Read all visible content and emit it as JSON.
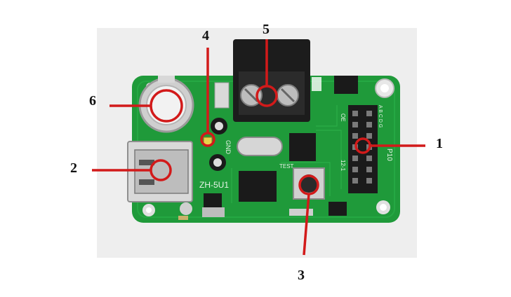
{
  "figure": {
    "colors": {
      "board": "#1f9a3a",
      "board_dark": "#137a2b",
      "callout": "#d21a1a",
      "silk": "#e8f5e8",
      "metal": "#c9c9c9"
    },
    "board_labels": {
      "model": "ZH-5U1",
      "gnd": "GND",
      "test": "TEST",
      "side_a": "A B C D G",
      "side_b": "12-1",
      "p10": "P10",
      "oe": "OE"
    },
    "callouts": [
      {
        "number": "1",
        "component": "hub-connector"
      },
      {
        "number": "2",
        "component": "usb-port"
      },
      {
        "number": "3",
        "component": "test-button"
      },
      {
        "number": "4",
        "component": "led-indicator"
      },
      {
        "number": "5",
        "component": "power-terminal"
      },
      {
        "number": "6",
        "component": "battery-holder"
      }
    ]
  }
}
